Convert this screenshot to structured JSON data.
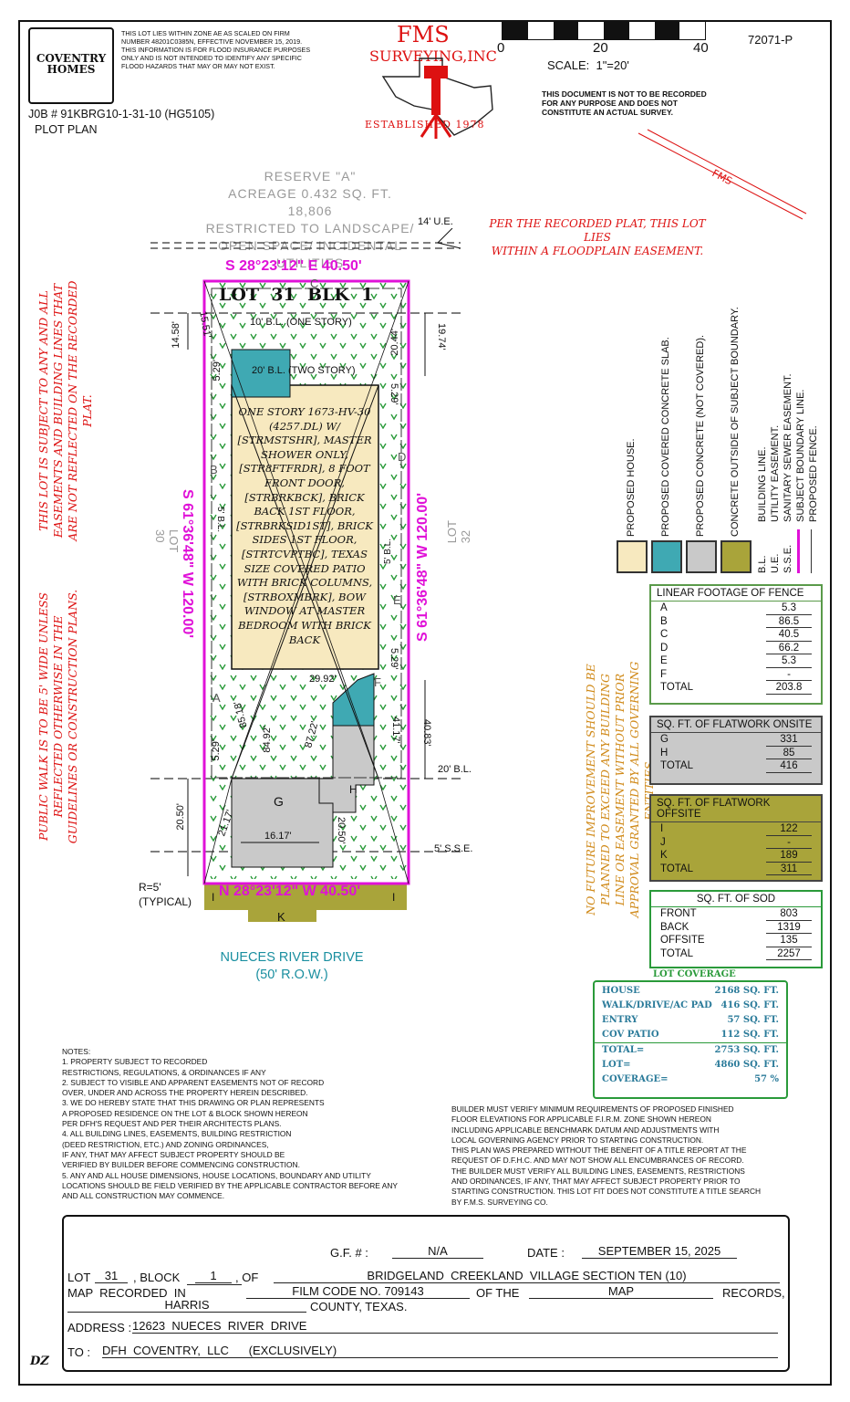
{
  "header": {
    "logo_text": "COVENTRY HOMES",
    "flood_note": "THIS LOT LIES WITHIN ZONE AE AS SCALED ON FIRM NUMBER 48201C0385N, EFFECTIVE NOVEMBER 15, 2019. THIS INFORMATION IS FOR FLOOD INSURANCE PURPOSES ONLY AND IS NOT INTENDED TO IDENTIFY ANY SPECIFIC FLOOD HAZARDS THAT MAY OR MAY NOT EXIST.",
    "job_number": "J0B # 91KBRG10-1-31-10 (HG5105)",
    "doc_type": "PLOT PLAN",
    "company_name_1": "FMS",
    "company_name_2": "SURVEYING,INC",
    "established": "ESTABLISHED 1978",
    "scale_0": "0",
    "scale_20": "20",
    "scale_40": "40",
    "scale_label": "SCALE:  1\"=20'",
    "plan_number": "72071-P",
    "disclaimer": "THIS DOCUMENT IS NOT TO BE RECORDED FOR ANY PURPOSE AND DOES NOT CONSTITUTE AN ACTUAL SURVEY.",
    "stamp": "FMS"
  },
  "plat": {
    "reserve_1": "RESERVE \"A\"",
    "reserve_2": "ACREAGE  0.432  SQ. FT.",
    "reserve_3": "18,806",
    "reserve_4": "RESTRICTED TO LANDSCAPE/",
    "reserve_5": "OPEN SPACE/ INCIDENTAL",
    "reserve_6": "UTILITIES",
    "ue_14": "14' U.E.",
    "flood_note_1": "PER THE RECORDED PLAT, THIS LOT LIES",
    "flood_note_2": "WITHIN A FLOODPLAIN EASEMENT.",
    "top_bearing": "S 28°23'12\" E 40.50'",
    "bottom_bearing": "N 28°23'12\" W 40.50'",
    "left_bearing": "S 61°36'48\" W 120.00'",
    "right_bearing": "S 61°36'48\" W 120.00'",
    "lot_title": "LOT  31  BLK  1",
    "bl_10": "10' B.L. (ONE STORY)",
    "bl_20_two": "20' B.L. (TWO STORY)",
    "bl_20": "20' B.L.",
    "sse_5": "5' S.S.E.",
    "bl_5_left": "5' B.L.",
    "bl_5_right": "5' B.L.",
    "lot_30": "LOT\n30",
    "lot_32": "LOT\n32",
    "dims": [
      "14.58'",
      "15.51'",
      "5.29'",
      "20.44'",
      "19.74'",
      "5.29'",
      "29.92'",
      "5.29'",
      "85.18'",
      "84.92'",
      "87.22'",
      "41.17'",
      "40.83'",
      "5.29'",
      "20.50'",
      "21.17'",
      "16.17'",
      "20.50'"
    ],
    "fence_letters": [
      "A",
      "B",
      "C",
      "D",
      "E",
      "F"
    ],
    "house_desc": "ONE STORY 1673-HV-30 (4257.DL) W/ [STRMSTSHR], MASTER SHOWER ONLY, [STR8FTFRDR], 8 FOOT FRONT DOOR, [STRBRKBCK], BRICK BACK 1ST FLOOR, [STRBRKSID1ST], BRICK SIDES 1ST FLOOR, [STRTCVPTBC], TEXAS SIZE COVERED PATIO WITH BRICK COLUMNS, [STRBOXMBRK], BOW WINDOW AT MASTER BEDROOM WITH BRICK BACK",
    "area_g": "G",
    "area_h": "H",
    "area_i": "I",
    "area_j": "I",
    "area_k": "K",
    "radius_1": "R=5'",
    "radius_2": "(TYPICAL)",
    "street_1": "NUECES RIVER DRIVE",
    "street_2": "(50' R.O.W.)",
    "side_note_1": "THIS LOT IS SUBJECT TO ANY AND ALL EASEMENTS AND BUILDING LINES THAT ARE NOT REFLECTED ON THE RECORDED PLAT.",
    "side_note_2": "PUBLIC WALK IS TO BE 5' WIDE UNLESS REFLECTED OTHERWISE IN THE GUIDELINES OR CONSTRUCTION PLANS.",
    "future_note": "NO FUTURE IMPROVEMENT SHOULD BE PLANNED TO EXCEED ANY BUILDING LINE OR EASEMENT WITHOUT PRIOR APPROVAL GRANTED BY ALL GOVERNING ENTITIES."
  },
  "legend": {
    "items": [
      "PROPOSED HOUSE.",
      "PROPOSED COVERED CONCRETE SLAB.",
      "PROPOSED CONCRETE (NOT COVERED).",
      "CONCRETE OUTSIDE OF SUBJECT BOUNDARY."
    ],
    "abbr": [
      "B.L.",
      "U.E.",
      "S.S.E."
    ],
    "abbr_desc": [
      "BUILDING LINE.",
      "UTILITY EASEMENT.",
      "SANITARY SEWER EASEMENT."
    ],
    "boundary": "SUBJECT BOUNDARY LINE.",
    "fence": "PROPOSED FENCE.",
    "colors": {
      "house": "#f7e9bf",
      "covered": "#3fa9b3",
      "concrete": "#c9c9c9",
      "offsite": "#a9a43a",
      "boundary": "#e011d8"
    }
  },
  "fence_table": {
    "title": "LINEAR FOOTAGE OF FENCE",
    "rows": [
      [
        "A",
        "5.3"
      ],
      [
        "B",
        "86.5"
      ],
      [
        "C",
        "40.5"
      ],
      [
        "D",
        "66.2"
      ],
      [
        "E",
        "5.3"
      ],
      [
        "F",
        "-"
      ],
      [
        "TOTAL",
        "203.8"
      ]
    ]
  },
  "flat_on_table": {
    "title": "SQ. FT. OF FLATWORK ONSITE",
    "rows": [
      [
        "G",
        "331"
      ],
      [
        "H",
        "85"
      ],
      [
        "TOTAL",
        "416"
      ]
    ]
  },
  "flat_off_table": {
    "title": "SQ. FT. OF FLATWORK OFFSITE",
    "rows": [
      [
        "I",
        "122"
      ],
      [
        "J",
        "-"
      ],
      [
        "K",
        "189"
      ],
      [
        "TOTAL",
        "311"
      ]
    ]
  },
  "sod_table": {
    "title": "SQ. FT. OF SOD",
    "rows": [
      [
        "FRONT",
        "803"
      ],
      [
        "BACK",
        "1319"
      ],
      [
        "OFFSITE",
        "135"
      ],
      [
        "TOTAL",
        "2257"
      ]
    ]
  },
  "coverage": {
    "title": "LOT COVERAGE",
    "rows": [
      [
        "HOUSE",
        "2168 SQ. FT."
      ],
      [
        "WALK/DRIVE/AC PAD",
        "416 SQ. FT."
      ],
      [
        "ENTRY",
        "57 SQ. FT."
      ],
      [
        "COV PATIO",
        "112 SQ. FT."
      ],
      [
        "TOTAL=",
        "2753 SQ. FT."
      ],
      [
        "LOT=",
        "4860 SQ. FT."
      ],
      [
        "COVERAGE=",
        "57 %"
      ]
    ]
  },
  "notes": {
    "title": "NOTES:",
    "lines": [
      "1. PROPERTY SUBJECT TO RECORDED",
      "RESTRICTIONS, REGULATIONS, & ORDINANCES IF ANY",
      "2. SUBJECT TO VISIBLE AND APPARENT EASEMENTS NOT OF RECORD",
      "OVER, UNDER AND ACROSS THE PROPERTY HEREIN DESCRIBED.",
      "3. WE DO HEREBY STATE THAT THIS DRAWING OR PLAN REPRESENTS",
      "A PROPOSED RESIDENCE ON THE LOT & BLOCK SHOWN HEREON",
      "PER DFH'S REQUEST AND PER THEIR ARCHITECTS PLANS.",
      "4. ALL BUILDING LINES, EASEMENTS, BUILDING RESTRICTION",
      "(DEED RESTRICTION, ETC.) AND ZONING ORDINANCES,",
      "IF ANY, THAT MAY AFFECT SUBJECT PROPERTY SHOULD BE",
      "VERIFIED BY BUILDER BEFORE COMMENCING CONSTRUCTION.",
      "5. ANY AND ALL HOUSE DIMENSIONS, HOUSE LOCATIONS, BOUNDARY AND UTILITY",
      "LOCATIONS SHOULD BE FIELD VERIFIED BY THE APPLICABLE CONTRACTOR BEFORE ANY",
      "AND ALL CONSTRUCTION MAY COMMENCE."
    ],
    "builder_lines": [
      "BUILDER MUST VERIFY MINIMUM REQUIREMENTS OF PROPOSED FINISHED",
      "FLOOR ELEVATIONS FOR APPLICABLE F.I.R.M. ZONE SHOWN HEREON",
      "INCLUDING APPLICABLE BENCHMARK DATUM AND ADJUSTMENTS WITH",
      "LOCAL GOVERNING AGENCY PRIOR TO STARTING CONSTRUCTION.",
      "THIS PLAN WAS PREPARED WITHOUT THE BENEFIT OF A TITLE REPORT AT THE",
      "REQUEST OF D.F.H.C. AND MAY NOT SHOW ALL ENCUMBRANCES OF RECORD.",
      "THE BUILDER MUST VERIFY ALL BUILDING LINES, EASEMENTS, RESTRICTIONS",
      "AND ORDINANCES, IF ANY, THAT MAY AFFECT SUBJECT PROPERTY PRIOR TO",
      "STARTING CONSTRUCTION. THIS LOT FIT DOES NOT CONSTITUTE A TITLE SEARCH",
      "BY F.M.S. SURVEYING CO."
    ]
  },
  "title_block": {
    "gf_label": "G.F. # :",
    "gf_value": "N/A",
    "date_label": "DATE :",
    "date_value": "SEPTEMBER 15, 2025",
    "lot_label": "LOT",
    "lot_value": "31",
    "block_label": ", BLOCK",
    "block_value": "1",
    "of_label": ", OF",
    "subdivision": "BRIDGELAND  CREEKLAND  VILLAGE SECTION TEN (10)",
    "map_recorded": "MAP  RECORDED  IN",
    "film_code": "FILM CODE No. 709143",
    "of_the": "OF THE",
    "map_word": "MAP",
    "records": "RECORDS,",
    "county_value": "HARRIS",
    "county_label": "COUNTY, TEXAS.",
    "address_label": "ADDRESS :",
    "address_value": "12623  NUECES  RIVER  DRIVE",
    "to_label": "TO :",
    "to_value": "DFH  COVENTRY,  LLC      (EXCLUSIVELY)",
    "initials": "DZ"
  }
}
